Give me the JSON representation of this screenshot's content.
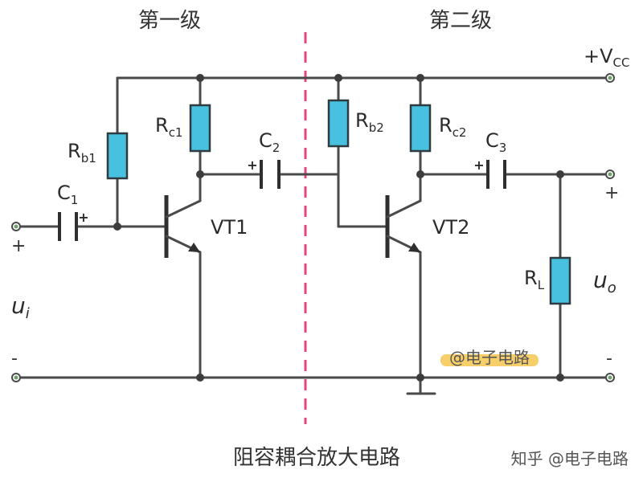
{
  "stages": {
    "first": "第一级",
    "second": "第二级"
  },
  "caption": "阻容耦合放大电路",
  "watermark": {
    "center": "@电子电路",
    "corner": "知乎 @电子电路"
  },
  "supply": {
    "plus": "+",
    "main": "V",
    "sub": "CC"
  },
  "components": {
    "rb1": {
      "main": "R",
      "sub": "b1"
    },
    "rc1": {
      "main": "R",
      "sub": "c1"
    },
    "rb2": {
      "main": "R",
      "sub": "b2"
    },
    "rc2": {
      "main": "R",
      "sub": "c2"
    },
    "rl": {
      "main": "R",
      "sub": "L"
    },
    "c1": {
      "main": "C",
      "sub": "1"
    },
    "c2": {
      "main": "C",
      "sub": "2"
    },
    "c3": {
      "main": "C",
      "sub": "3"
    },
    "vt1": "VT1",
    "vt2": "VT2"
  },
  "input": {
    "main": "u",
    "sub": "i",
    "plus": "+",
    "minus": "-"
  },
  "output": {
    "main": "u",
    "sub": "o",
    "plus": "+",
    "minus": "-"
  },
  "cap_polarity": "+",
  "colors": {
    "resistor": "#47c1df",
    "divider": "#e0487a",
    "highlight": "#f7cf6a",
    "terminal": "#6f9f6a"
  }
}
